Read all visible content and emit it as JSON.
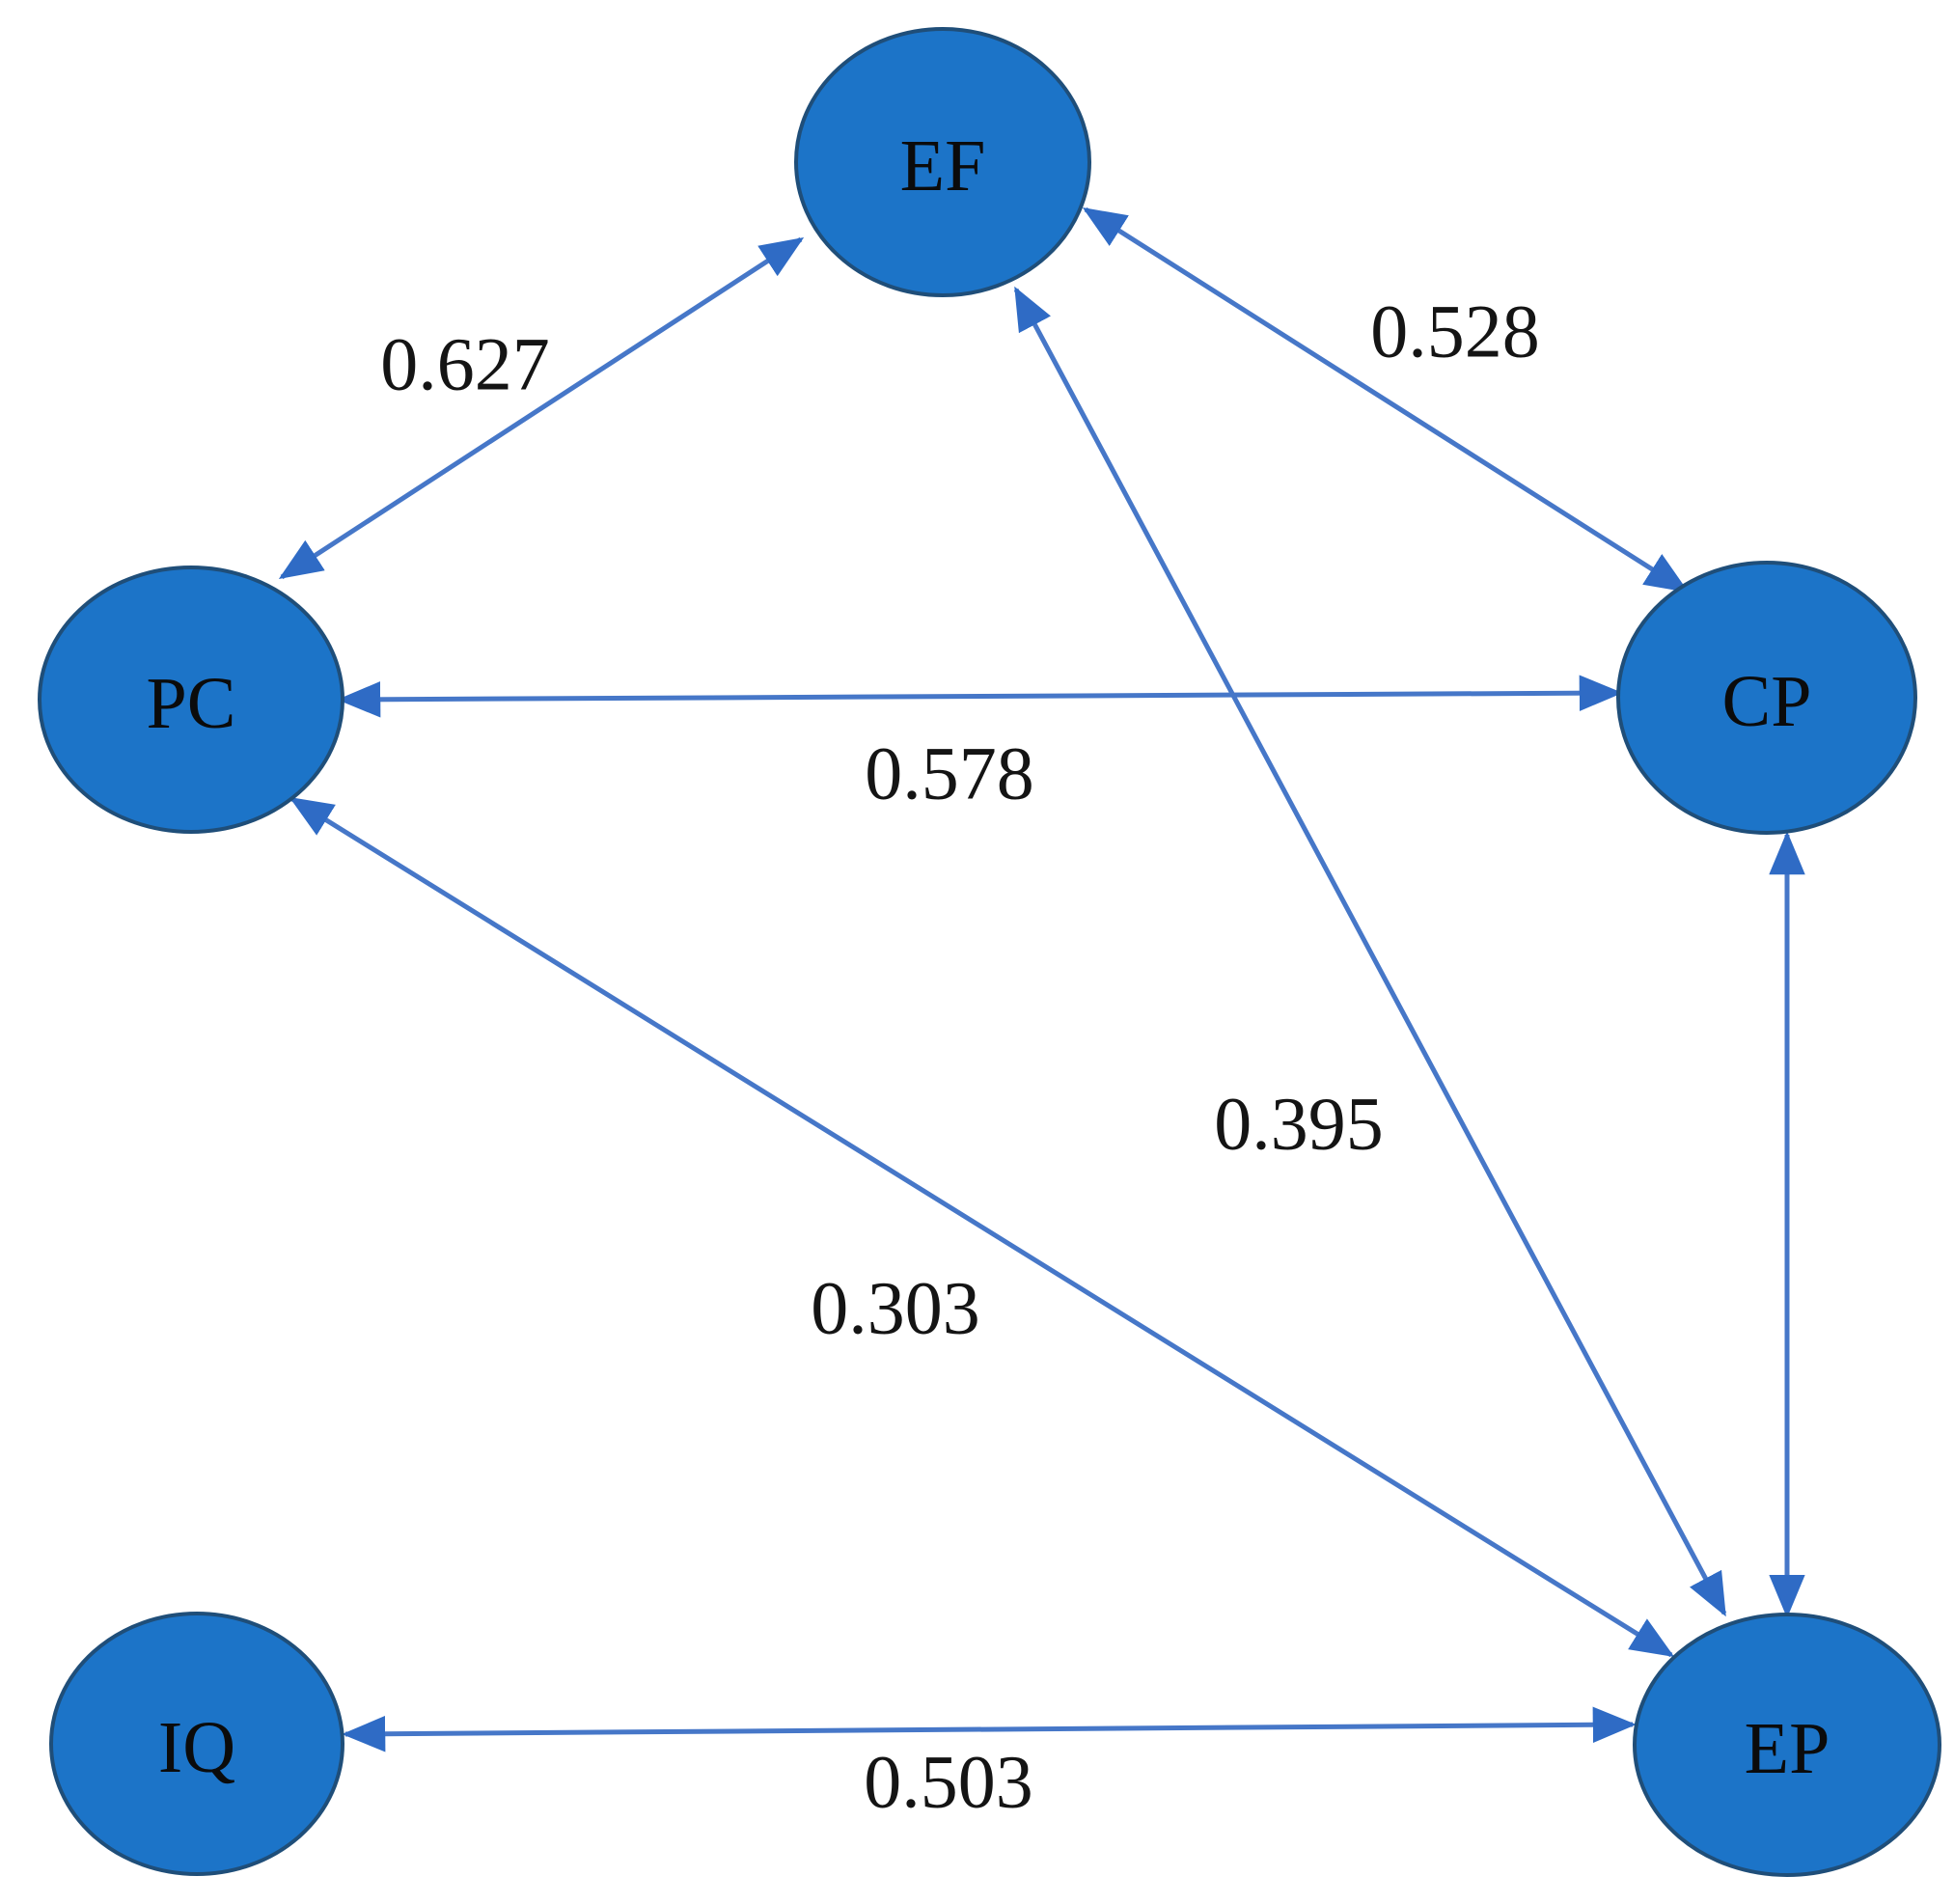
{
  "figure": {
    "type": "structural-path-diagram",
    "background": "#ffffff"
  },
  "colors": {
    "node_fill": "#1C74C8",
    "node_border": "#1F4E79",
    "edge_line": "#4677C8",
    "arrowhead": "#2F6BC5",
    "label_text": "#141414"
  },
  "nodes": [
    {
      "id": "EF",
      "label": "EF"
    },
    {
      "id": "PC",
      "label": "PC"
    },
    {
      "id": "CP",
      "label": "CP"
    },
    {
      "id": "IQ",
      "label": "IQ"
    },
    {
      "id": "EP",
      "label": "EP"
    }
  ],
  "edges": [
    {
      "from": "PC",
      "to": "EF",
      "style": "bidirectional-arrow",
      "value": "0.627"
    },
    {
      "from": "EF",
      "to": "CP",
      "style": "bidirectional-arrow",
      "value": "0.528"
    },
    {
      "from": "PC",
      "to": "CP",
      "style": "bidirectional-arrow",
      "value": "0.578"
    },
    {
      "from": "EF",
      "to": "EP",
      "style": "bidirectional-arrow",
      "value": "0.395"
    },
    {
      "from": "CP",
      "to": "EP",
      "style": "bidirectional-arrow",
      "value": ""
    },
    {
      "from": "PC",
      "to": "EP",
      "style": "bidirectional-arrow",
      "value": "0.303"
    },
    {
      "from": "IQ",
      "to": "EP",
      "style": "bidirectional-arrow",
      "value": "0.503"
    }
  ]
}
